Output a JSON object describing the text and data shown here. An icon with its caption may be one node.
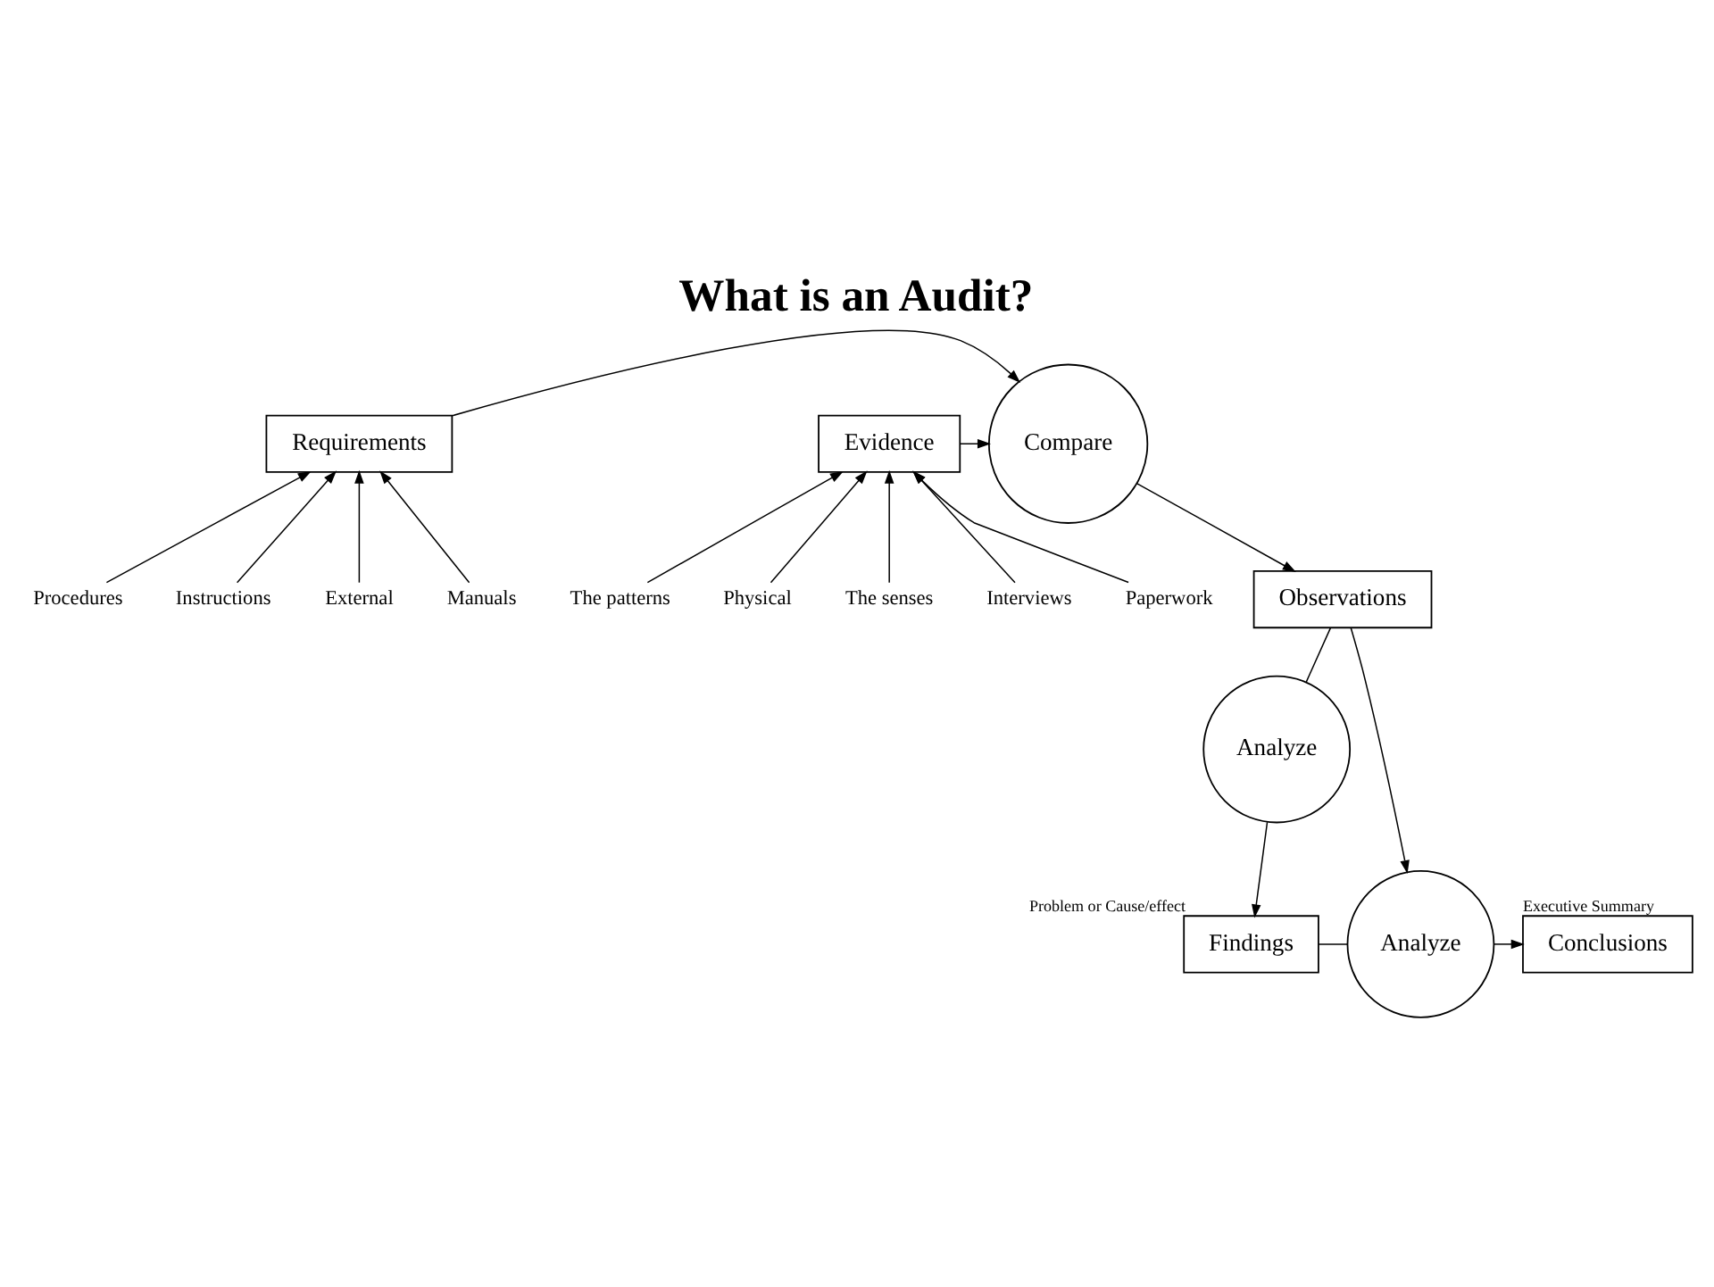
{
  "diagram": {
    "title": "What is an Audit?",
    "nodes": [
      {
        "text": [
          "Requirements"
        ]
      },
      {
        "text": [
          "Compare"
        ]
      },
      {
        "text": [
          "Evidence"
        ]
      },
      {
        "text": [
          "External"
        ]
      },
      {
        "text": [
          "Manuals"
        ]
      },
      {
        "text": [
          "Procedures"
        ]
      },
      {
        "text": [
          "Instructions"
        ]
      },
      {
        "text": [
          "Observations"
        ]
      },
      {
        "text": [
          "Physical"
        ]
      },
      {
        "text": [
          "The senses"
        ]
      },
      {
        "text": [
          "Interviews"
        ]
      },
      {
        "text": [
          "Paperwork"
        ]
      },
      {
        "text": [
          "The patterns"
        ]
      },
      {
        "text": [
          "Analyze"
        ]
      },
      {
        "text": [
          "Findings"
        ],
        "beside": [
          "Problem or Cause/effect"
        ]
      },
      {
        "text": [
          "Analyze"
        ]
      },
      {
        "text": [
          "Conclusions"
        ],
        "beside": [
          "Executive Summary"
        ]
      }
    ],
    "edges": [
      {
        "from": 0,
        "to": 1,
        "arrow": "to"
      },
      {
        "from": 2,
        "to": 1,
        "arrow": "to"
      },
      {
        "from": 3,
        "to": 0,
        "arrow": "to"
      },
      {
        "from": 4,
        "to": 0,
        "arrow": "to"
      },
      {
        "from": 5,
        "to": 0,
        "arrow": "to"
      },
      {
        "from": 6,
        "to": 0,
        "arrow": "to"
      },
      {
        "from": 8,
        "to": 2,
        "arrow": "to"
      },
      {
        "from": 9,
        "to": 2,
        "arrow": "to"
      },
      {
        "from": 10,
        "to": 2,
        "arrow": "to"
      },
      {
        "from": 11,
        "to": 2,
        "arrow": "to"
      },
      {
        "from": 12,
        "to": 2,
        "arrow": "to"
      },
      {
        "from": 1,
        "to": 7,
        "arrow": "to"
      },
      {
        "from": 7,
        "to": 13,
        "arrow": "none"
      },
      {
        "from": 13,
        "to": 14,
        "arrow": "to"
      },
      {
        "from": 7,
        "to": 15,
        "arrow": "to"
      },
      {
        "from": 14,
        "to": 15,
        "arrow": "none"
      },
      {
        "from": 15,
        "to": 16,
        "arrow": "to"
      }
    ]
  }
}
